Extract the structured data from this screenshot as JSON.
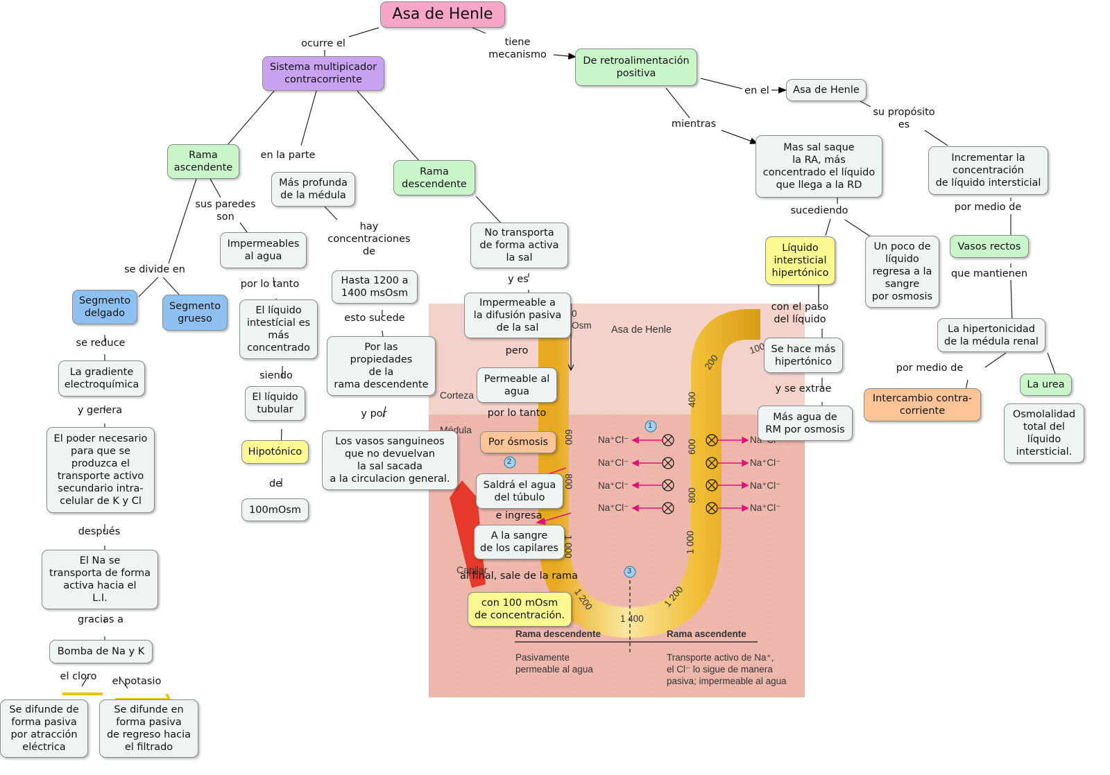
{
  "nodes": {
    "title": "Asa de Henle",
    "sistema": "Sistema multipicador\ncontracorriente",
    "retro": "De retroalimentación\npositiva",
    "asa2": "Asa de Henle",
    "rama_asc": "Rama\nascendente",
    "mas_profunda": "Más profunda\nde la médula",
    "rama_desc": "Rama\ndescendente",
    "mas_sal": "Mas sal saque\nla RA, más\nconcentrado el líquido\nque llega a la RD",
    "incrementar": "Incrementar la\nconcentración\nde líquido intersticial",
    "impermeables": "Impermeables\nal agua",
    "hasta1200": "Hasta 1200 a\n1400 msOsm",
    "no_transporta": "No transporta\nde forma activa\nla sal",
    "liquido_hiper": "Líquido\nintersticial\nhipertónico",
    "un_poco": "Un poco de\nlíquido\nregresa a la\nsangre\npor osmosis",
    "vasos_rectos": "Vasos rectos",
    "seg_delgado": "Segmento\ndelgado",
    "seg_grueso": "Segmento\ngrueso",
    "liq_intestinal": "El líquido\nintestícial es\nmás\nconcentrado",
    "impermeable_dif": "Impermeable a\nla difusión pasiva\nde la sal",
    "hipertonicidad": "La hipertonicidad\nde la médula renal",
    "se_hace": "Se hace más\nhipertónico",
    "gradiente": "La gradiente\nelectroquímica",
    "por_propiedades": "Por las\npropiedades\nde la\nrama descendente",
    "permeable_agua": "Permeable al\nagua",
    "la_urea": "La urea",
    "intercambio": "Intercambio contra-\ncorriente",
    "liq_tubular": "El líquido\ntubular",
    "mas_agua": "Más agua de\nRM por osmosis",
    "osmolalidad": "Osmolalidad\ntotal del\nlíquido\nintersticial.",
    "poder": "El poder necesario\npara que se\nproduzca el\ntransporte activo\nsecundario intra-\ncelular de K y Cl",
    "los_vasos": "Los vasos sanguineos\nque no devuelvan\nla sal sacada\na la circulacion general.",
    "por_osmosis": "Por ósmosis",
    "hipotonico": "Hipotónico",
    "saldra": "Saldrá el agua\ndel túbulo",
    "osm100": "100mOsm",
    "a_la_sangre": "A la sangre\nde los capilares",
    "el_na": "El Na se\ntransporta de forma\nactiva hacia el\nL.I.",
    "con100": "con 100 mOsm\nde concentración.",
    "bomba": "Bomba de Na y K",
    "difunde1": "Se difunde de\nforma pasiva\npor atracción\neléctrica",
    "difunde2": "Se difunde en\nforma pasiva\nde regreso hacia\nel filtrado"
  },
  "labels": {
    "ocurre_el": "ocurre el",
    "tiene_mecanismo": "tiene\nmecanismo",
    "en_el": "en el",
    "su_proposito": "su propósito\nes",
    "mientras": "mientras",
    "en_la_parte": "en la parte",
    "sus_paredes": "sus paredes\nson",
    "hay_conc": "hay\nconcentraciones\nde",
    "sucediendo": "sucediendo",
    "por_medio_de1": "por medio de",
    "se_divide": "se divide en",
    "por_lo_tanto1": "por lo tanto",
    "y_es": "y es",
    "con_el_paso": "con el paso\ndel líquido",
    "que_mantienen": "que mantienen",
    "se_reduce": "se reduce",
    "esto_sucede": "esto sucede",
    "pero": "pero",
    "y_se_extrae": "y se extrae",
    "por_medio_de2": "por medio de",
    "siendo": "siendo",
    "y_genera": "y genera",
    "por_lo_tanto2": "por lo tanto",
    "y_por": "y por",
    "de": "de",
    "e_ingresa": "e ingresa",
    "despues": "después",
    "al_final": "al final, sale de la rama",
    "gracias_a": "gracias a",
    "el_cloro": "el cloro",
    "el_potasio": "el potasio"
  },
  "figure": {
    "title": "Asa de Henle",
    "corteza": "Corteza",
    "medula": "Médula",
    "capilar": "Capilar",
    "osm_label": "Osm",
    "ions": "Na⁺Cl⁻",
    "desc_ticks": [
      "600",
      "800",
      "1 000",
      "1 200"
    ],
    "asc_ticks": [
      "100",
      "200",
      "400",
      "600",
      "800",
      "1 000",
      "1 200"
    ],
    "bottom_value": "1 400",
    "step_numbers": [
      "1",
      "2",
      "3"
    ],
    "rama_descendente": "Rama descendente",
    "rama_ascendente": "Rama ascendente",
    "desc_text": "Pasivamente\npermeable al agua",
    "asc_text": "Transporte activo de Na⁺,\nel Cl⁻ lo sigue de manera\npasiva; impermeable al agua",
    "colors": {
      "tubule": "#f2c53a",
      "tubule_light": "#fbe9a0",
      "ion_arrow": "#e0107a",
      "capillary": "#e5392b"
    }
  }
}
